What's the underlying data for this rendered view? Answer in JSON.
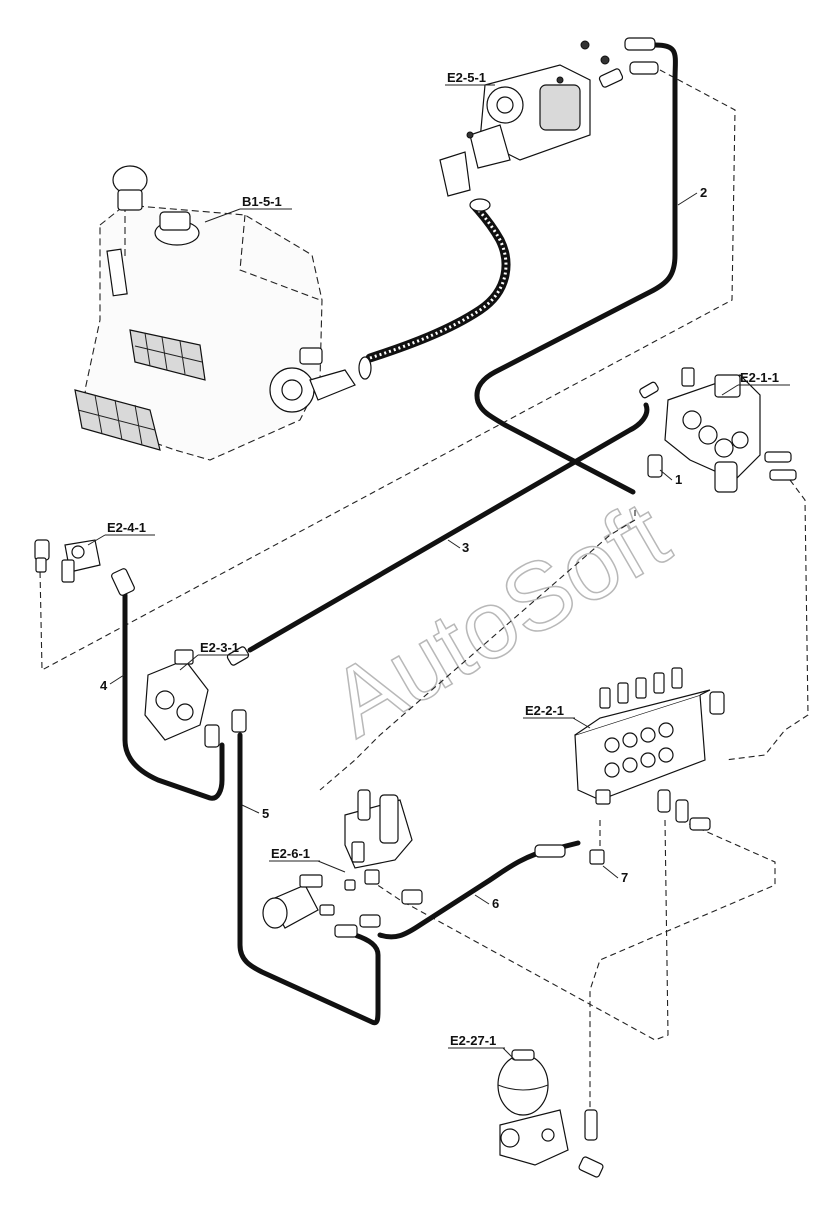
{
  "watermark": "AutoSoft",
  "components": {
    "tank": "B1-5-1",
    "pump": "E2-5-1",
    "valve_main": "E2-1-1",
    "valve_left": "E2-4-1",
    "valve_mid": "E2-3-1",
    "valve_bank": "E2-2-1",
    "valve_block": "E2-6-1",
    "accumulator": "E2-27-1"
  },
  "hoses": {
    "h1": "1",
    "h2": "2",
    "h3": "3",
    "h4": "4",
    "h5": "5",
    "h6": "6",
    "h7": "7"
  }
}
